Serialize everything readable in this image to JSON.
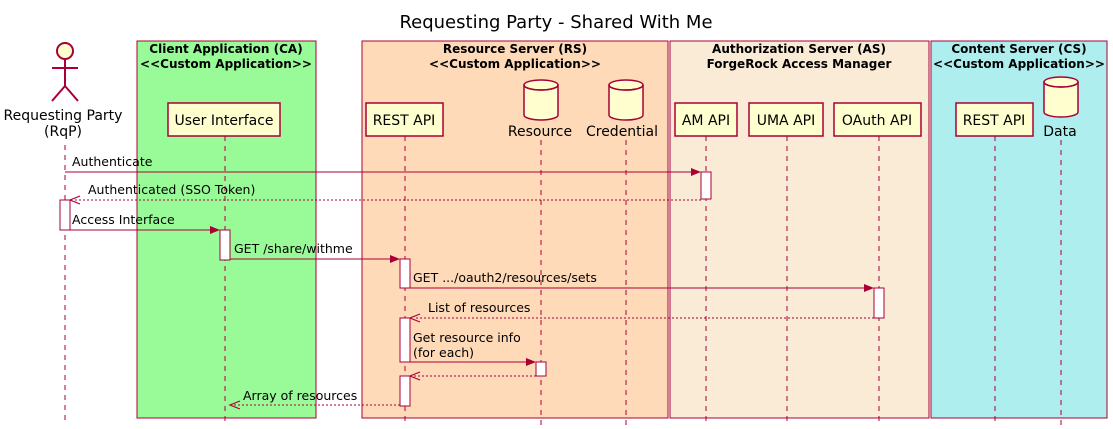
{
  "title": "Requesting Party - Shared With Me",
  "boxes": [
    {
      "id": "ca",
      "line1": "Client Application (CA)",
      "line2": "<<Custom Application>>",
      "color": "#98FB98"
    },
    {
      "id": "rs",
      "line1": "Resource Server (RS)",
      "line2": "<<Custom Application>>",
      "color": "#FFDAB9"
    },
    {
      "id": "as",
      "line1": "Authorization Server (AS)",
      "line2": "ForgeRock Access Manager",
      "color": "#FAEBD7"
    },
    {
      "id": "cs",
      "line1": "Content Server (CS)",
      "line2": "<<Custom Application>>",
      "color": "#AFEEEE"
    }
  ],
  "participants": [
    {
      "id": "rqp",
      "kind": "actor",
      "label1": "Requesting Party",
      "label2": "(RqP)"
    },
    {
      "id": "ui",
      "kind": "box",
      "label": "User Interface"
    },
    {
      "id": "rsapi",
      "kind": "box",
      "label": "REST API"
    },
    {
      "id": "resource",
      "kind": "database",
      "label": "Resource"
    },
    {
      "id": "credential",
      "kind": "database",
      "label": "Credential"
    },
    {
      "id": "amapi",
      "kind": "box",
      "label": "AM API"
    },
    {
      "id": "umaapi",
      "kind": "box",
      "label": "UMA API"
    },
    {
      "id": "oauthapi",
      "kind": "box",
      "label": "OAuth API"
    },
    {
      "id": "csapi",
      "kind": "box",
      "label": "REST API"
    },
    {
      "id": "data",
      "kind": "database",
      "label": "Data"
    }
  ],
  "messages": [
    {
      "from": "rqp",
      "to": "amapi",
      "label": "Authenticate",
      "dashed": false
    },
    {
      "from": "amapi",
      "to": "rqp",
      "label": "Authenticated (SSO Token)",
      "dashed": true
    },
    {
      "from": "rqp",
      "to": "ui",
      "label": "Access Interface",
      "dashed": false
    },
    {
      "from": "ui",
      "to": "rsapi",
      "label": "GET /share/withme",
      "dashed": false
    },
    {
      "from": "rsapi",
      "to": "oauthapi",
      "label": "GET .../oauth2/resources/sets",
      "dashed": false
    },
    {
      "from": "oauthapi",
      "to": "rsapi",
      "label": "List of resources",
      "dashed": true
    },
    {
      "from": "rsapi",
      "to": "resource",
      "label": "Get resource info",
      "label2": "(for each)",
      "dashed": false
    },
    {
      "from": "resource",
      "to": "rsapi",
      "label": "",
      "dashed": true
    },
    {
      "from": "rsapi",
      "to": "ui",
      "label": "Array of resources",
      "dashed": true
    }
  ],
  "colors": {
    "line": "#A80036",
    "participant_fill": "#FEFECE",
    "activation_fill": "#FFFFFF"
  }
}
